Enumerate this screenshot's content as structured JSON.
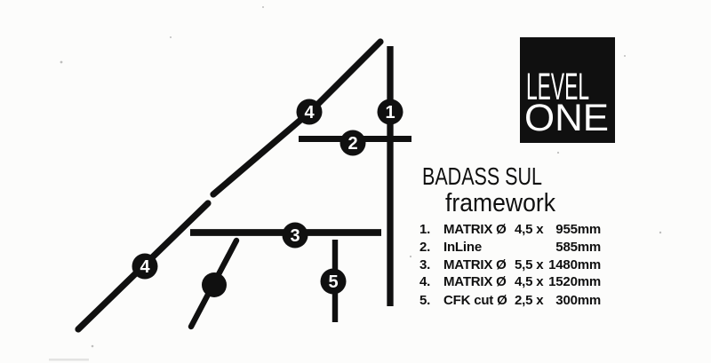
{
  "logo": {
    "line1": "LEVEL",
    "line2": "ONE"
  },
  "title": "BADASS SUL",
  "subtitle": "framework",
  "parts": [
    {
      "num": "1.",
      "name": "MATRIX Ø",
      "dims": "4,5 x",
      "length": "955mm"
    },
    {
      "num": "2.",
      "name": "InLine",
      "dims": "",
      "length": "585mm"
    },
    {
      "num": "3.",
      "name": "MATRIX Ø",
      "dims": "5,5 x",
      "length": "1480mm"
    },
    {
      "num": "4.",
      "name": "MATRIX Ø",
      "dims": "4,5 x",
      "length": "1520mm"
    },
    {
      "num": "5.",
      "name": "CFK cut Ø",
      "dims": "2,5 x",
      "length": "300mm"
    }
  ],
  "diagram": {
    "markers": {
      "m1": "1",
      "m2": "2",
      "m3": "3",
      "m4a": "4",
      "m4b": "4",
      "m5": "5"
    }
  },
  "colors": {
    "ink": "#101010",
    "paper": "#fcfcfb",
    "inverse_text": "#ffffff"
  }
}
